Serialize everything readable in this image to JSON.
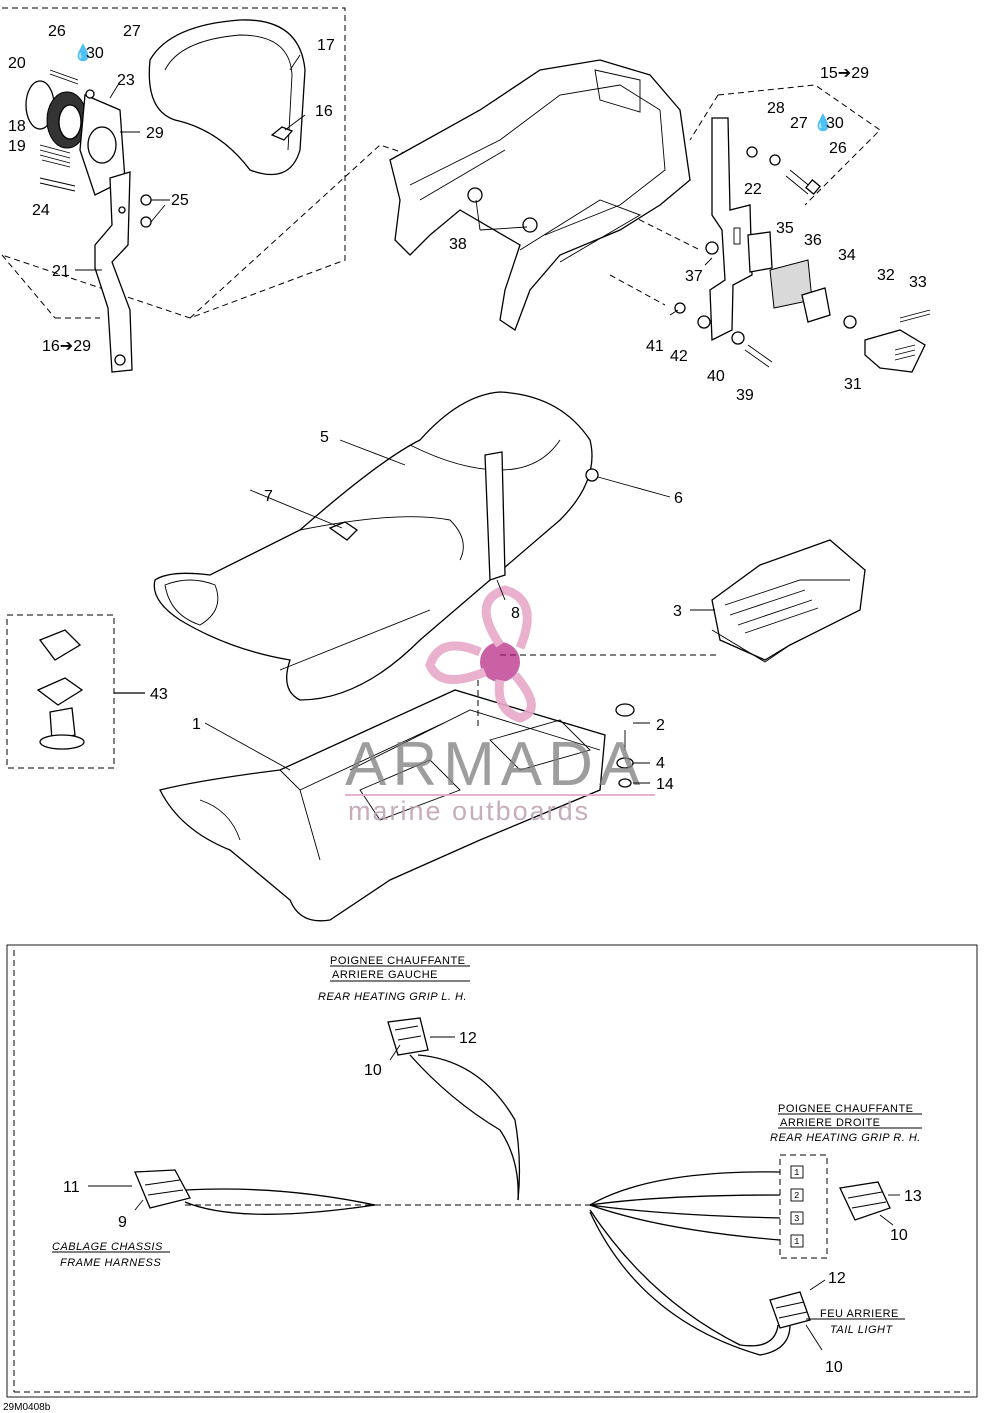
{
  "diagram": {
    "drawing_code": "29M0408b",
    "callouts": {
      "c1": "1",
      "c2": "2",
      "c3": "3",
      "c4": "4",
      "c5": "5",
      "c6": "6",
      "c7": "7",
      "c8": "8",
      "c9": "9",
      "c10a": "10",
      "c10b": "10",
      "c10c": "10",
      "c11": "11",
      "c12a": "12",
      "c12b": "12",
      "c13": "13",
      "c14": "14",
      "c16": "16",
      "c17": "17",
      "c18": "18",
      "c19": "19",
      "c20": "20",
      "c21": "21",
      "c22": "22",
      "c23": "23",
      "c24": "24",
      "c25": "25",
      "c26a": "26",
      "c26b": "26",
      "c27a": "27",
      "c27b": "27",
      "c28": "28",
      "c29": "29",
      "c30a": "30",
      "c30b": "30",
      "c31": "31",
      "c32": "32",
      "c33": "33",
      "c34": "34",
      "c35": "35",
      "c36": "36",
      "c37": "37",
      "c38": "38",
      "c39": "39",
      "c40": "40",
      "c41": "41",
      "c42": "42",
      "c43": "43",
      "range_left": "16➔29",
      "range_right": "15➔29"
    },
    "wiring": {
      "grip_lh_fr_1": "POIGNEE CHAUFFANTE",
      "grip_lh_fr_2": "ARRIERE GAUCHE",
      "grip_lh_en": "REAR HEATING GRIP L. H.",
      "grip_rh_fr_1": "POIGNEE CHAUFFANTE",
      "grip_rh_fr_2": "ARRIERE DROITE",
      "grip_rh_en": "REAR HEATING GRIP R. H.",
      "frame_fr": "CABLAGE CHASSIS",
      "frame_en": "FRAME HARNESS",
      "tail_fr": "FEU ARRIERE",
      "tail_en": "TAIL LIGHT",
      "pins": [
        "1",
        "2",
        "3",
        "1"
      ]
    }
  },
  "watermark": {
    "brand": "ARMADA",
    "tagline": "marine outboards",
    "colors": {
      "logo_pink": "#e8a9c9",
      "logo_dark": "#b0157a",
      "text_grey": "#7f7f7f"
    }
  }
}
